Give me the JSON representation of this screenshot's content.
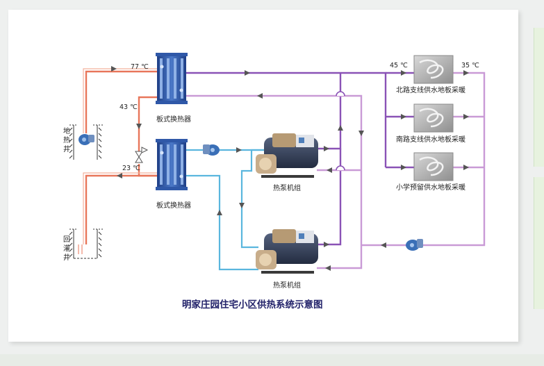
{
  "diagram": {
    "title": "明家庄园住宅小区供热系统示意图",
    "labels": {
      "hx_upper": "板式换热器",
      "hx_lower": "板式换热器",
      "hp_upper": "热泵机组",
      "hp_lower": "热泵机组",
      "well_supply": [
        "地",
        "热",
        "井"
      ],
      "well_return": [
        "回",
        "灌",
        "井"
      ],
      "branch_north": "北路支线供水地板采暖",
      "branch_south": "南路支线供水地板采暖",
      "branch_school": "小学预留供水地板采暖"
    },
    "temperatures": {
      "t77": "77 ℃",
      "t43": "43 ℃",
      "t23": "23 ℃",
      "t45": "45 ℃",
      "t35": "35 ℃"
    },
    "colors": {
      "hot_pipe": "#e8765a",
      "cold_pipe": "#5ab6de",
      "supply_pipe": "#8a52b6",
      "return_pipe": "#c99ad6",
      "equipment_blue": "#2f58a8",
      "heatpump_dark": "#33405a",
      "arrow": "#555555"
    }
  }
}
